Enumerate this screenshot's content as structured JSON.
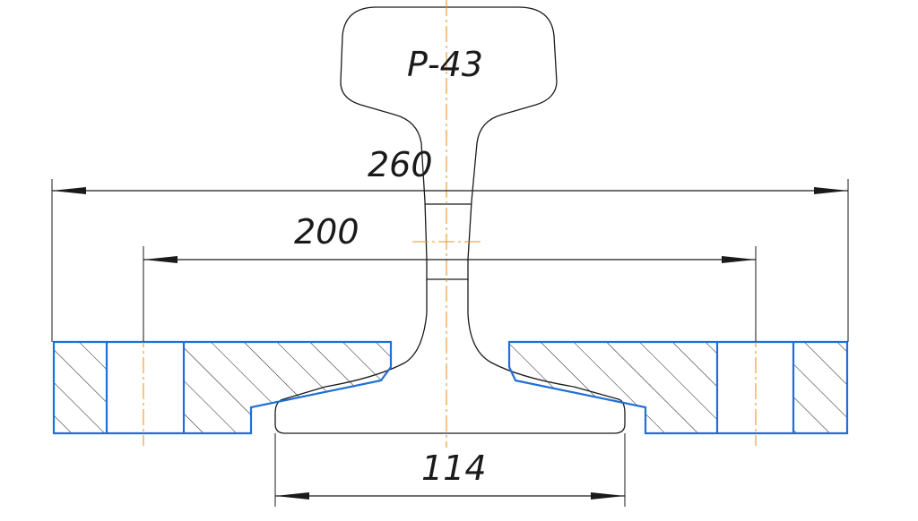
{
  "rail_label": "Р-43",
  "dimensions": {
    "overall": "260",
    "holes": "200",
    "base": "114"
  },
  "colors": {
    "section_outline": "#1f6fd6",
    "center_line": "#e8962a",
    "line": "#1a1a1a"
  }
}
